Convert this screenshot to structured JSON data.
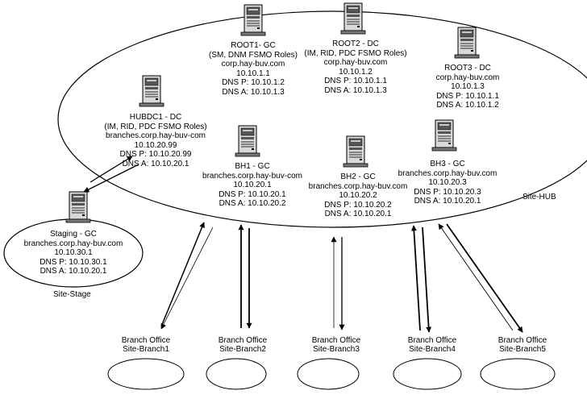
{
  "sites": {
    "hub": "Site-HUB",
    "stage": "Site-Stage"
  },
  "servers": {
    "root1": {
      "lines": [
        "ROOT1- GC",
        "(SM, DNM FSMO Roles)",
        "corp.hay-buv.com",
        "10.10.1.1",
        "DNS P: 10.10.1.2",
        "DNS A: 10.10.1.3"
      ]
    },
    "root2": {
      "lines": [
        "ROOT2 - DC",
        "(IM, RID, PDC FSMO Roles)",
        "corp.hay-buv.com",
        "10.10.1.2",
        "DNS P: 10.10.1.1",
        "DNS A: 10.10.1.3"
      ]
    },
    "root3": {
      "lines": [
        "ROOT3 - DC",
        "corp.hay-buv.com",
        "10.10.1.3",
        "DNS P: 10.10.1.1",
        "DNS A: 10.10.1.2"
      ]
    },
    "hubdc1": {
      "lines": [
        "HUBDC1 - DC",
        "(IM, RID, PDC FSMO Roles)",
        "branches.corp.hay-buv-com",
        "10.10.20.99",
        "DNS P: 10.10.20.99",
        "DNS A: 10.10.20.1"
      ]
    },
    "bh1": {
      "lines": [
        "BH1 - GC",
        "branches.corp.hay-buv-com",
        "10.10.20.1",
        "DNS P: 10.10.20.1",
        "DNS A: 10.10.20.2"
      ]
    },
    "bh2": {
      "lines": [
        "BH2 - GC",
        "branches.corp.hay-buv.com",
        "10.10.20.2",
        "DNS P: 10.10.20.2",
        "DNS A: 10.10.20.1"
      ]
    },
    "bh3": {
      "lines": [
        "BH3 - GC",
        "branches.corp.hay-buv.com",
        "10.10.20.3",
        "DNS P: 10.10.20.3",
        "DNS A: 10.10.20.1"
      ]
    },
    "staging": {
      "lines": [
        "Staging - GC",
        "branches.corp.hay-buv.com",
        "10.10.30.1",
        "DNS P: 10.10.30.1",
        "DNS A: 10.10.20.1"
      ]
    }
  },
  "branches": [
    {
      "line1": "Branch Office",
      "line2": "Site-Branch1"
    },
    {
      "line1": "Branch Office",
      "line2": "Site-Branch2"
    },
    {
      "line1": "Branch Office",
      "line2": "Site-Branch3"
    },
    {
      "line1": "Branch Office",
      "line2": "Site-Branch4"
    },
    {
      "line1": "Branch Office",
      "line2": "Site-Branch5"
    }
  ],
  "icons": {
    "server": "server-tower-icon"
  }
}
